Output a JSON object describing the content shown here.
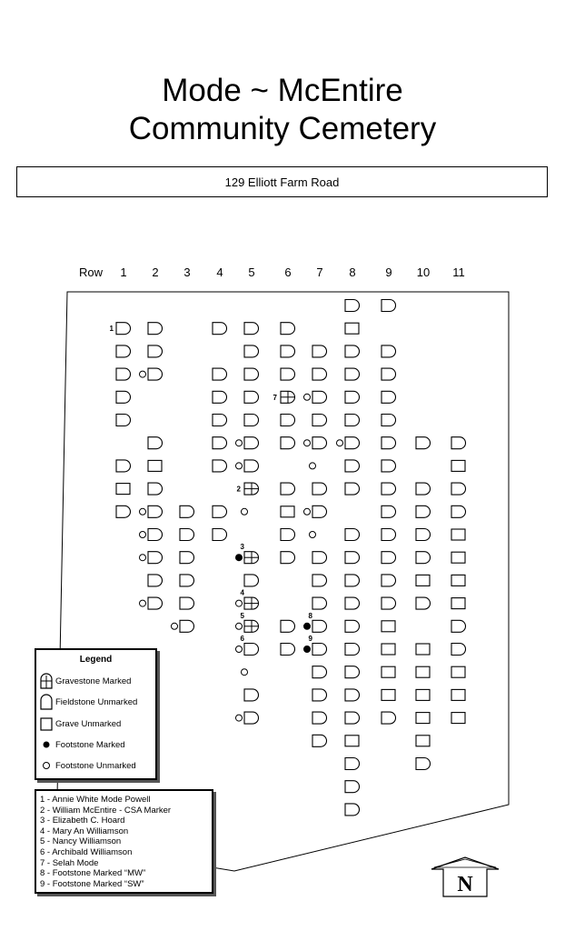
{
  "title_line1": "Mode ~ McEntire",
  "title_line2": "Community Cemetery",
  "address": "129 Elliott Farm Road",
  "row_header_label": "Row",
  "columns": [
    "1",
    "2",
    "3",
    "4",
    "5",
    "6",
    "7",
    "8",
    "9",
    "10",
    "11"
  ],
  "legend": {
    "title": "Legend",
    "items": [
      {
        "symbol": "gravestone-marked",
        "label": "Gravestone Marked"
      },
      {
        "symbol": "fieldstone-unmarked",
        "label": "Fieldstone Unmarked"
      },
      {
        "symbol": "grave-unmarked",
        "label": "Grave Unmarked"
      },
      {
        "symbol": "footstone-marked",
        "label": "Footstone Marked"
      },
      {
        "symbol": "footstone-unmarked",
        "label": "Footstone Unmarked"
      }
    ]
  },
  "key": [
    "1 - Annie White Mode Powell",
    "2 - William McEntire - CSA Marker",
    "3 - Elizabeth C. Hoard",
    "4 - Mary An Williamson",
    "5 - Nancy Williamson",
    "6 - Archibald Williamson",
    "7 - Selah Mode",
    "8 - Footstone Marked “MW”",
    "9 - Footstone Marked “SW”"
  ],
  "compass_label": "N",
  "graves": [
    {
      "col": 8,
      "row": 1,
      "type": "F"
    },
    {
      "col": 9,
      "row": 1,
      "type": "F"
    },
    {
      "col": 1,
      "row": 2,
      "type": "F",
      "label": "1"
    },
    {
      "col": 2,
      "row": 2,
      "type": "F"
    },
    {
      "col": 4,
      "row": 2,
      "type": "F"
    },
    {
      "col": 5,
      "row": 2,
      "type": "F"
    },
    {
      "col": 6,
      "row": 2,
      "type": "F"
    },
    {
      "col": 8,
      "row": 2,
      "type": "S"
    },
    {
      "col": 1,
      "row": 3,
      "type": "F"
    },
    {
      "col": 2,
      "row": 3,
      "type": "F"
    },
    {
      "col": 5,
      "row": 3,
      "type": "F"
    },
    {
      "col": 6,
      "row": 3,
      "type": "F"
    },
    {
      "col": 7,
      "row": 3,
      "type": "F"
    },
    {
      "col": 8,
      "row": 3,
      "type": "F"
    },
    {
      "col": 9,
      "row": 3,
      "type": "F"
    },
    {
      "col": 1,
      "row": 4,
      "type": "F"
    },
    {
      "col": 2,
      "row": 4,
      "type": "F",
      "foot": "open"
    },
    {
      "col": 4,
      "row": 4,
      "type": "F"
    },
    {
      "col": 5,
      "row": 4,
      "type": "F"
    },
    {
      "col": 6,
      "row": 4,
      "type": "F"
    },
    {
      "col": 7,
      "row": 4,
      "type": "F"
    },
    {
      "col": 8,
      "row": 4,
      "type": "F"
    },
    {
      "col": 9,
      "row": 4,
      "type": "F"
    },
    {
      "col": 1,
      "row": 5,
      "type": "F"
    },
    {
      "col": 4,
      "row": 5,
      "type": "F"
    },
    {
      "col": 5,
      "row": 5,
      "type": "F"
    },
    {
      "col": 6,
      "row": 5,
      "type": "G",
      "label": "7"
    },
    {
      "col": 7,
      "row": 5,
      "type": "F",
      "foot": "open"
    },
    {
      "col": 8,
      "row": 5,
      "type": "F"
    },
    {
      "col": 9,
      "row": 5,
      "type": "F"
    },
    {
      "col": 1,
      "row": 6,
      "type": "F"
    },
    {
      "col": 4,
      "row": 6,
      "type": "F"
    },
    {
      "col": 5,
      "row": 6,
      "type": "F"
    },
    {
      "col": 6,
      "row": 6,
      "type": "F"
    },
    {
      "col": 7,
      "row": 6,
      "type": "F"
    },
    {
      "col": 8,
      "row": 6,
      "type": "F"
    },
    {
      "col": 9,
      "row": 6,
      "type": "F"
    },
    {
      "col": 2,
      "row": 7,
      "type": "F"
    },
    {
      "col": 4,
      "row": 7,
      "type": "F"
    },
    {
      "col": 5,
      "row": 7,
      "type": "F",
      "foot": "open"
    },
    {
      "col": 6,
      "row": 7,
      "type": "F"
    },
    {
      "col": 7,
      "row": 7,
      "type": "F",
      "foot": "open"
    },
    {
      "col": 8,
      "row": 7,
      "type": "F",
      "foot": "open"
    },
    {
      "col": 9,
      "row": 7,
      "type": "F"
    },
    {
      "col": 10,
      "row": 7,
      "type": "F"
    },
    {
      "col": 11,
      "row": 7,
      "type": "F"
    },
    {
      "col": 1,
      "row": 8,
      "type": "F"
    },
    {
      "col": 2,
      "row": 8,
      "type": "S"
    },
    {
      "col": 4,
      "row": 8,
      "type": "F"
    },
    {
      "col": 5,
      "row": 8,
      "type": "F",
      "foot": "open"
    },
    {
      "col": 7,
      "row": 8,
      "type": "O"
    },
    {
      "col": 8,
      "row": 8,
      "type": "F"
    },
    {
      "col": 9,
      "row": 8,
      "type": "F"
    },
    {
      "col": 11,
      "row": 8,
      "type": "S"
    },
    {
      "col": 1,
      "row": 9,
      "type": "S"
    },
    {
      "col": 2,
      "row": 9,
      "type": "F"
    },
    {
      "col": 5,
      "row": 9,
      "type": "G",
      "label": "2"
    },
    {
      "col": 6,
      "row": 9,
      "type": "F"
    },
    {
      "col": 7,
      "row": 9,
      "type": "F"
    },
    {
      "col": 8,
      "row": 9,
      "type": "F"
    },
    {
      "col": 9,
      "row": 9,
      "type": "F"
    },
    {
      "col": 10,
      "row": 9,
      "type": "F"
    },
    {
      "col": 11,
      "row": 9,
      "type": "F"
    },
    {
      "col": 1,
      "row": 10,
      "type": "F"
    },
    {
      "col": 2,
      "row": 10,
      "type": "F",
      "foot": "open"
    },
    {
      "col": 3,
      "row": 10,
      "type": "F"
    },
    {
      "col": 4,
      "row": 10,
      "type": "F"
    },
    {
      "col": 5,
      "row": 10,
      "type": "O"
    },
    {
      "col": 6,
      "row": 10,
      "type": "S"
    },
    {
      "col": 7,
      "row": 10,
      "type": "F",
      "foot": "open"
    },
    {
      "col": 9,
      "row": 10,
      "type": "F"
    },
    {
      "col": 10,
      "row": 10,
      "type": "F"
    },
    {
      "col": 11,
      "row": 10,
      "type": "F"
    },
    {
      "col": 2,
      "row": 11,
      "type": "F",
      "foot": "open"
    },
    {
      "col": 3,
      "row": 11,
      "type": "F"
    },
    {
      "col": 4,
      "row": 11,
      "type": "F"
    },
    {
      "col": 6,
      "row": 11,
      "type": "F"
    },
    {
      "col": 7,
      "row": 11,
      "type": "O"
    },
    {
      "col": 8,
      "row": 11,
      "type": "F"
    },
    {
      "col": 9,
      "row": 11,
      "type": "F"
    },
    {
      "col": 10,
      "row": 11,
      "type": "F"
    },
    {
      "col": 11,
      "row": 11,
      "type": "S"
    },
    {
      "col": 2,
      "row": 12,
      "type": "F",
      "foot": "open"
    },
    {
      "col": 3,
      "row": 12,
      "type": "F"
    },
    {
      "col": 5,
      "row": 12,
      "type": "G",
      "foot": "filled",
      "label": "3"
    },
    {
      "col": 6,
      "row": 12,
      "type": "F"
    },
    {
      "col": 7,
      "row": 12,
      "type": "F"
    },
    {
      "col": 8,
      "row": 12,
      "type": "F"
    },
    {
      "col": 9,
      "row": 12,
      "type": "F"
    },
    {
      "col": 10,
      "row": 12,
      "type": "F"
    },
    {
      "col": 11,
      "row": 12,
      "type": "S"
    },
    {
      "col": 2,
      "row": 13,
      "type": "F"
    },
    {
      "col": 3,
      "row": 13,
      "type": "F"
    },
    {
      "col": 5,
      "row": 13,
      "type": "F"
    },
    {
      "col": 7,
      "row": 13,
      "type": "F"
    },
    {
      "col": 8,
      "row": 13,
      "type": "F"
    },
    {
      "col": 9,
      "row": 13,
      "type": "F"
    },
    {
      "col": 10,
      "row": 13,
      "type": "S"
    },
    {
      "col": 11,
      "row": 13,
      "type": "S"
    },
    {
      "col": 2,
      "row": 14,
      "type": "F",
      "foot": "open"
    },
    {
      "col": 3,
      "row": 14,
      "type": "F"
    },
    {
      "col": 5,
      "row": 14,
      "type": "G",
      "foot": "open",
      "label": "4"
    },
    {
      "col": 7,
      "row": 14,
      "type": "F"
    },
    {
      "col": 8,
      "row": 14,
      "type": "F"
    },
    {
      "col": 9,
      "row": 14,
      "type": "F"
    },
    {
      "col": 10,
      "row": 14,
      "type": "F"
    },
    {
      "col": 11,
      "row": 14,
      "type": "S"
    },
    {
      "col": 3,
      "row": 15,
      "type": "F",
      "foot": "open"
    },
    {
      "col": 5,
      "row": 15,
      "type": "G",
      "foot": "open",
      "label": "5"
    },
    {
      "col": 6,
      "row": 15,
      "type": "F"
    },
    {
      "col": 7,
      "row": 15,
      "type": "F",
      "foot": "filled",
      "label": "8"
    },
    {
      "col": 8,
      "row": 15,
      "type": "F"
    },
    {
      "col": 9,
      "row": 15,
      "type": "S"
    },
    {
      "col": 11,
      "row": 15,
      "type": "F"
    },
    {
      "col": 5,
      "row": 16,
      "type": "F",
      "foot": "open",
      "label": "6"
    },
    {
      "col": 6,
      "row": 16,
      "type": "F"
    },
    {
      "col": 7,
      "row": 16,
      "type": "F",
      "foot": "filled",
      "label": "9"
    },
    {
      "col": 8,
      "row": 16,
      "type": "F"
    },
    {
      "col": 9,
      "row": 16,
      "type": "S"
    },
    {
      "col": 10,
      "row": 16,
      "type": "S"
    },
    {
      "col": 11,
      "row": 16,
      "type": "F"
    },
    {
      "col": 5,
      "row": 17,
      "type": "O"
    },
    {
      "col": 7,
      "row": 17,
      "type": "F"
    },
    {
      "col": 8,
      "row": 17,
      "type": "F"
    },
    {
      "col": 9,
      "row": 17,
      "type": "S"
    },
    {
      "col": 10,
      "row": 17,
      "type": "S"
    },
    {
      "col": 11,
      "row": 17,
      "type": "S"
    },
    {
      "col": 5,
      "row": 18,
      "type": "F"
    },
    {
      "col": 7,
      "row": 18,
      "type": "F"
    },
    {
      "col": 8,
      "row": 18,
      "type": "F"
    },
    {
      "col": 9,
      "row": 18,
      "type": "S"
    },
    {
      "col": 10,
      "row": 18,
      "type": "S"
    },
    {
      "col": 11,
      "row": 18,
      "type": "S"
    },
    {
      "col": 5,
      "row": 19,
      "type": "F",
      "foot": "open"
    },
    {
      "col": 7,
      "row": 19,
      "type": "F"
    },
    {
      "col": 8,
      "row": 19,
      "type": "F"
    },
    {
      "col": 9,
      "row": 19,
      "type": "F"
    },
    {
      "col": 10,
      "row": 19,
      "type": "S"
    },
    {
      "col": 11,
      "row": 19,
      "type": "S"
    },
    {
      "col": 7,
      "row": 20,
      "type": "F"
    },
    {
      "col": 8,
      "row": 20,
      "type": "S"
    },
    {
      "col": 10,
      "row": 20,
      "type": "S"
    },
    {
      "col": 8,
      "row": 21,
      "type": "F"
    },
    {
      "col": 10,
      "row": 21,
      "type": "F"
    },
    {
      "col": 8,
      "row": 22,
      "type": "F"
    },
    {
      "col": 8,
      "row": 23,
      "type": "F"
    }
  ]
}
